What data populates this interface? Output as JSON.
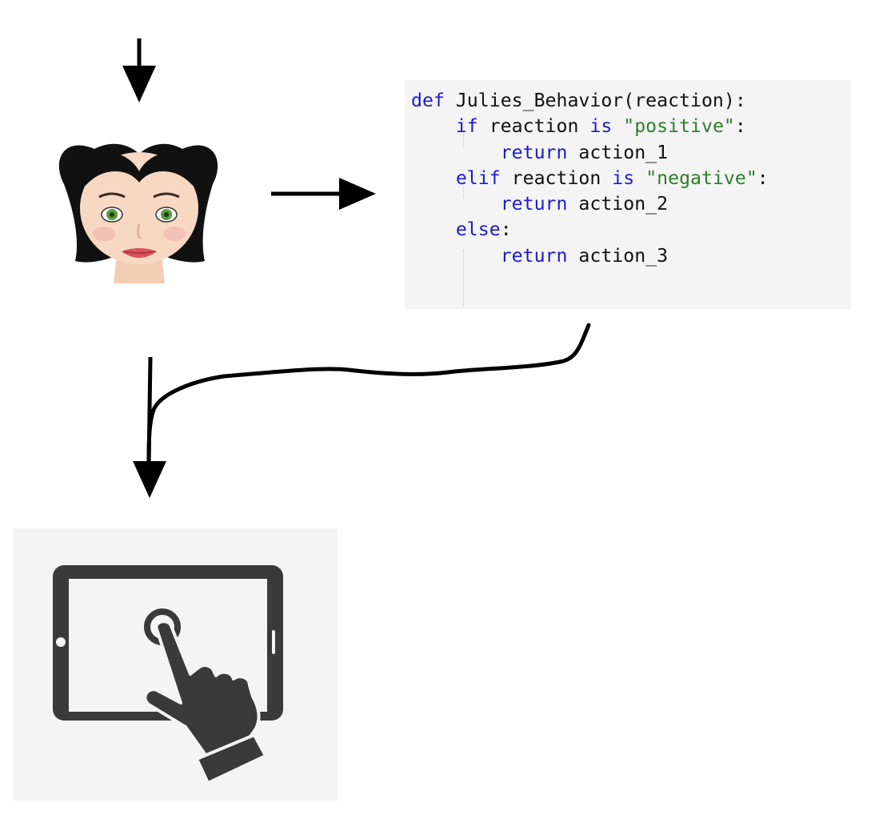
{
  "code": {
    "lines": [
      [
        {
          "t": "def",
          "c": "kw"
        },
        {
          "t": " Julies_Behavior(reaction):",
          "c": ""
        }
      ],
      [
        {
          "t": "    ",
          "c": ""
        },
        {
          "t": "if",
          "c": "kw"
        },
        {
          "t": " reaction ",
          "c": ""
        },
        {
          "t": "is",
          "c": "kw"
        },
        {
          "t": " ",
          "c": ""
        },
        {
          "t": "\"positive\"",
          "c": "str"
        },
        {
          "t": ":",
          "c": ""
        }
      ],
      [
        {
          "t": "        ",
          "c": ""
        },
        {
          "t": "return",
          "c": "kw"
        },
        {
          "t": " action_1",
          "c": ""
        }
      ],
      [
        {
          "t": "    ",
          "c": ""
        },
        {
          "t": "elif",
          "c": "kw"
        },
        {
          "t": " reaction ",
          "c": ""
        },
        {
          "t": "is",
          "c": "kw"
        },
        {
          "t": " ",
          "c": ""
        },
        {
          "t": "\"negative\"",
          "c": "str"
        },
        {
          "t": ":",
          "c": ""
        }
      ],
      [
        {
          "t": "        ",
          "c": ""
        },
        {
          "t": "return",
          "c": "kw"
        },
        {
          "t": " action_2",
          "c": ""
        }
      ],
      [
        {
          "t": "    ",
          "c": ""
        },
        {
          "t": "else",
          "c": "kw"
        },
        {
          "t": ":",
          "c": ""
        }
      ],
      [
        {
          "t": "        ",
          "c": ""
        },
        {
          "t": "return",
          "c": "kw"
        },
        {
          "t": " action_3",
          "c": ""
        }
      ]
    ]
  },
  "icons": {
    "person": "woman-face-icon",
    "device": "tablet-touch-icon"
  },
  "colors": {
    "keyword": "#1c1ccf",
    "string": "#2d7f2d",
    "code_background": "#f4f4f4",
    "arrow": "#000000",
    "tablet": "#3a3a3a"
  }
}
